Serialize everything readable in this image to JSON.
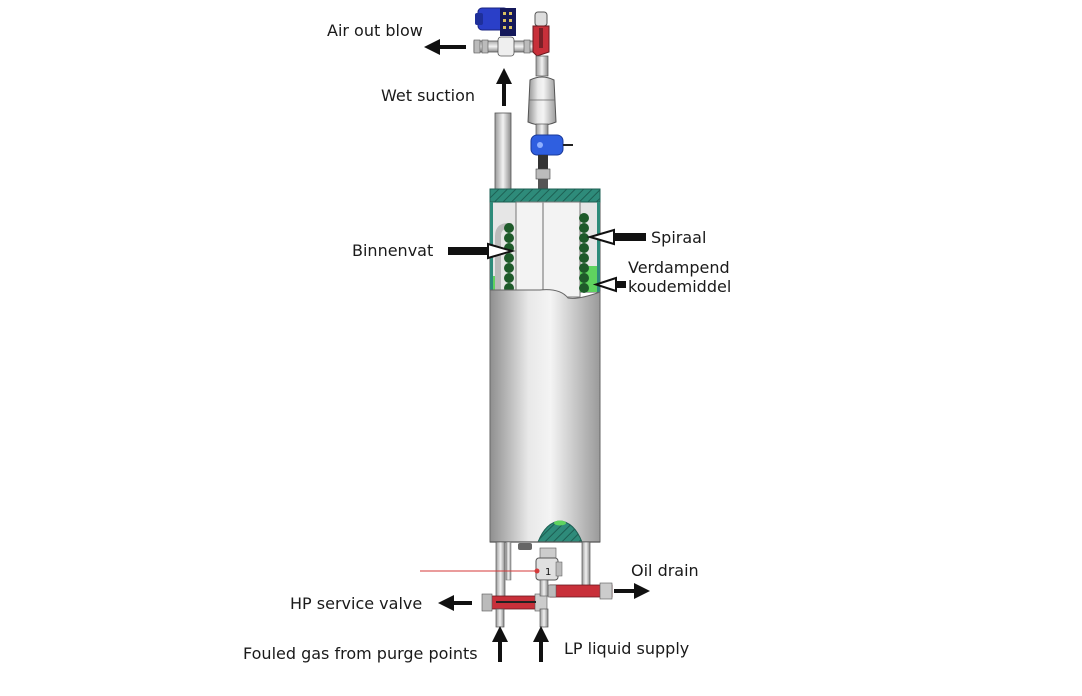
{
  "diagram": {
    "title": "Purger cross-section",
    "labels": {
      "air_out_blow": "Air out blow",
      "wet_suction": "Wet suction",
      "binnenvat": "Binnenvat",
      "spiraal": "Spiraal",
      "verdampend_line1": "Verdampend",
      "verdampend_line2": "koudemiddel",
      "oil_drain": "Oil drain",
      "hp_service_valve": "HP service valve",
      "fouled_gas": "Fouled gas from purge points",
      "lp_liquid_supply": "LP liquid supply"
    },
    "colors": {
      "vessel_gray": "#c8c8c8",
      "lid_teal": "#2e8b7a",
      "coil_green": "#1e5a2a",
      "liquid_green": "#5fd35f",
      "valve_red": "#c8303a",
      "solenoid_blue": "#2a3fc8",
      "sensor_blue": "#2f5fe0",
      "arrow_black": "#111111"
    }
  }
}
